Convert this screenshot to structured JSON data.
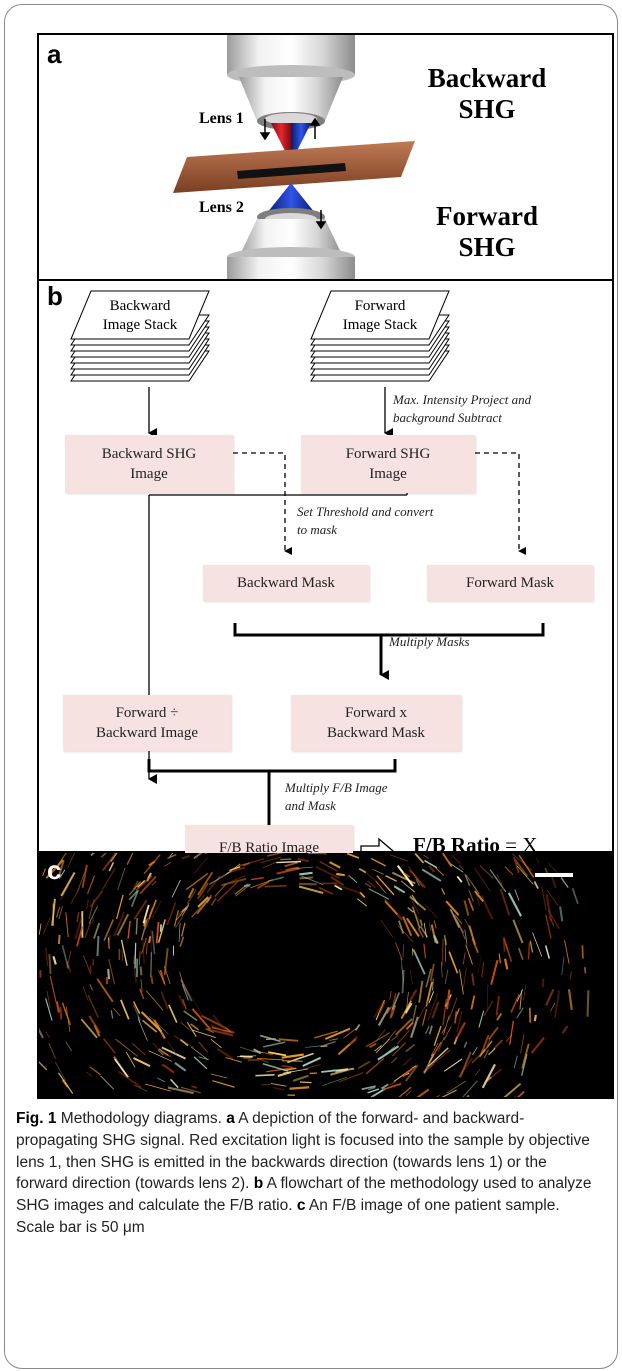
{
  "panel_a": {
    "label": "a",
    "backward_line1": "Backward",
    "backward_line2": "SHG",
    "forward_line1": "Forward",
    "forward_line2": "SHG",
    "lens1": "Lens 1",
    "lens2": "Lens 2"
  },
  "panel_b": {
    "label": "b",
    "backward_stack_line1": "Backward",
    "backward_stack_line2": "Image Stack",
    "forward_stack_line1": "Forward",
    "forward_stack_line2": "Image Stack",
    "note_project_line1": "Max. Intensity Project and",
    "note_project_line2": "background Subtract",
    "backward_shg_line1": "Backward SHG",
    "backward_shg_line2": "Image",
    "forward_shg_line1": "Forward SHG",
    "forward_shg_line2": "Image",
    "note_threshold_line1": "Set Threshold and convert",
    "note_threshold_line2": "to mask",
    "backward_mask": "Backward Mask",
    "forward_mask": "Forward Mask",
    "note_multiply_masks": "Multiply Masks",
    "fb_image_line1": "Forward ÷",
    "fb_image_line2": "Backward Image",
    "fxb_mask_line1": "Forward x",
    "fxb_mask_line2": "Backward Mask",
    "note_multiply_fb_line1": "Multiply F/B Image",
    "note_multiply_fb_line2": "and Mask",
    "ratio_image": "F/B Ratio Image",
    "result_bold": "F/B Ratio",
    "result_rest": " = X"
  },
  "panel_c": {
    "label": "c"
  },
  "caption": {
    "fig": "Fig. 1",
    "title": " Methodology diagrams. ",
    "a": "a",
    "a_text": " A depiction of the forward- and backward-propagating SHG signal. Red excitation light is focused into the sample by objective lens 1, then SHG is emitted in the backwards direction (towards lens 1) or the forward direction (towards lens 2). ",
    "b": "b",
    "b_text": " A flowchart of the methodology used to analyze SHG images and calculate the F/B ratio. ",
    "c": "c",
    "c_text": " An F/B image of one patient sample. Scale bar is 50 μm"
  },
  "colors": {
    "box_fill": "#f7e2e2",
    "excitation_red": "#d8202a",
    "shg_blue": "#1c3bc8",
    "sample_brown": "#a0583a",
    "collagen_orange": "#e07818"
  }
}
